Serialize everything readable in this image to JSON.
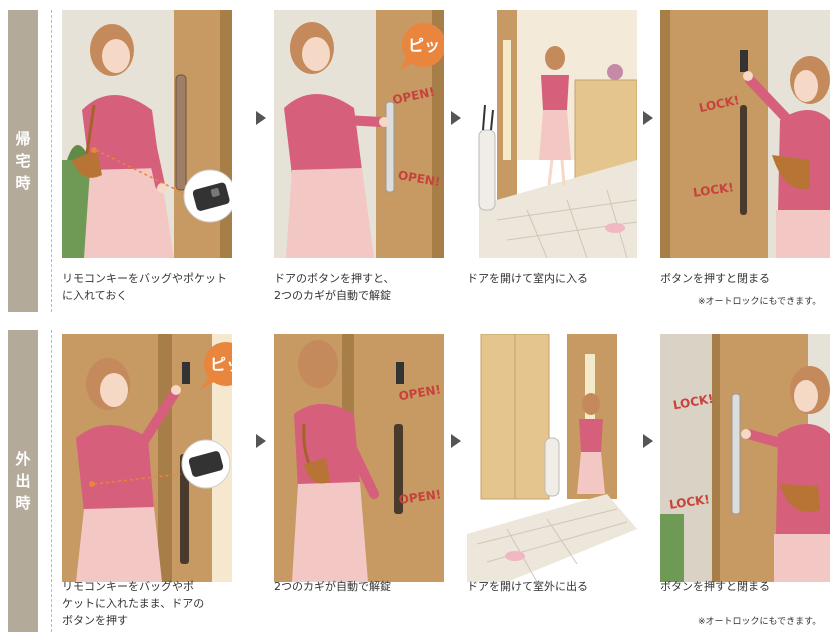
{
  "sections": {
    "return": {
      "label_chars": [
        "帰",
        "宅",
        "時"
      ]
    },
    "leave": {
      "label_chars": [
        "外",
        "出",
        "時"
      ]
    }
  },
  "return_steps": [
    {
      "caption_lines": [
        "リモコンキーをバッグやポケット",
        "に入れておく"
      ]
    },
    {
      "caption_lines": [
        "ドアのボタンを押すと、",
        "2つのカギが自動で解錠"
      ]
    },
    {
      "caption_lines": [
        "ドアを開けて室内に入る"
      ]
    },
    {
      "caption_lines": [
        "ボタンを押すと閉まる"
      ]
    }
  ],
  "leave_steps": [
    {
      "caption_lines": [
        "リモコンキーをバッグやポ",
        "ケットに入れたまま、ドアの",
        "ボタンを押す"
      ]
    },
    {
      "caption_lines": [
        "2つのカギが自動で解錠"
      ]
    },
    {
      "caption_lines": [
        "ドアを開けて室外に出る"
      ]
    },
    {
      "caption_lines": [
        "ボタンを押すと閉まる"
      ]
    }
  ],
  "notes": {
    "return_autolock": "※オートロックにもできます。",
    "leave_autolock": "※オートロックにもできます。"
  },
  "labels": {
    "beep": "ピッ",
    "open": "OPEN!",
    "lock": "LOCK!"
  },
  "colors": {
    "side_bar": "#b3aa9a",
    "door": "#c69a62",
    "sweater": "#d65f7c",
    "skirt": "#f3c8c4",
    "label_red": "#c8423c",
    "bubble_orange": "#e9853c"
  }
}
